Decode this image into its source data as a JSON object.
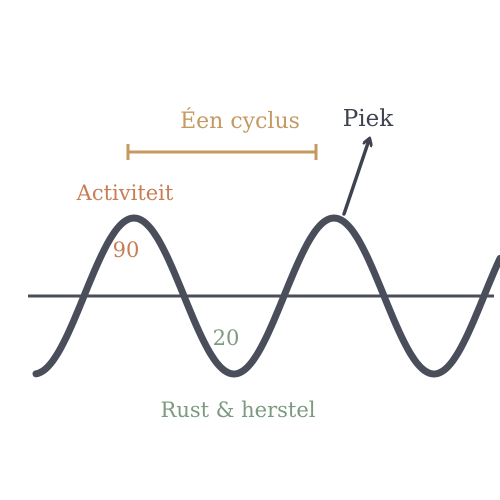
{
  "labels": {
    "cycle": "Éen cyclus",
    "peak": "Piek",
    "activity": "Activiteit",
    "high_value": "90",
    "low_value": "20",
    "rest": "Rust & herstel"
  },
  "colors": {
    "wave": "#4a4e5a",
    "axis": "#4a4e5a",
    "cycle": "#c49a62",
    "activity": "#c67f55",
    "rest": "#7c9a80",
    "peak": "#3f4350"
  },
  "wave": {
    "high": 90,
    "low": 20,
    "cycles_shown": 2.5
  }
}
